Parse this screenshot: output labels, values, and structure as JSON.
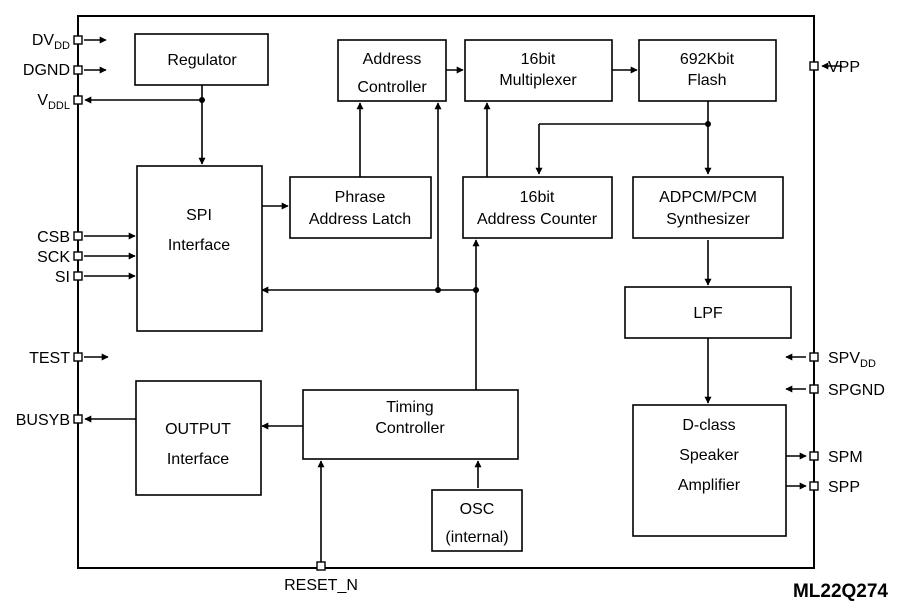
{
  "part_number": "ML22Q274",
  "blocks": {
    "regulator": [
      "Regulator"
    ],
    "address_controller": [
      "Address",
      "Controller"
    ],
    "multiplexer": [
      "16bit",
      "Multiplexer"
    ],
    "flash": [
      "692Kbit",
      "Flash"
    ],
    "spi": [
      "SPI",
      "Interface"
    ],
    "phrase_latch": [
      "Phrase",
      "Address Latch"
    ],
    "address_counter": [
      "16bit",
      "Address Counter"
    ],
    "synthesizer": [
      "ADPCM/PCM",
      "Synthesizer"
    ],
    "lpf": [
      "LPF"
    ],
    "output": [
      "OUTPUT",
      "Interface"
    ],
    "timing": [
      "Timing",
      "Controller"
    ],
    "osc": [
      "OSC",
      "(internal)"
    ],
    "amplifier": [
      "D-class",
      "Speaker",
      "Amplifier"
    ]
  },
  "pins": {
    "dvdd": {
      "main": "DV",
      "sub": "DD"
    },
    "dgnd": {
      "main": "DGND",
      "sub": ""
    },
    "vddl": {
      "main": "V",
      "sub": "DDL"
    },
    "csb": {
      "main": "CSB",
      "sub": ""
    },
    "sck": {
      "main": "SCK",
      "sub": ""
    },
    "si": {
      "main": "SI",
      "sub": ""
    },
    "test": {
      "main": "TEST",
      "sub": ""
    },
    "busyb": {
      "main": "BUSYB",
      "sub": ""
    },
    "reset_n": {
      "main": "RESET_N",
      "sub": ""
    },
    "vpp": {
      "main": "VPP",
      "sub": ""
    },
    "spvdd": {
      "main": "SPV",
      "sub": "DD"
    },
    "spgnd": {
      "main": "SPGND",
      "sub": ""
    },
    "spm": {
      "main": "SPM",
      "sub": ""
    },
    "spp": {
      "main": "SPP",
      "sub": ""
    }
  }
}
